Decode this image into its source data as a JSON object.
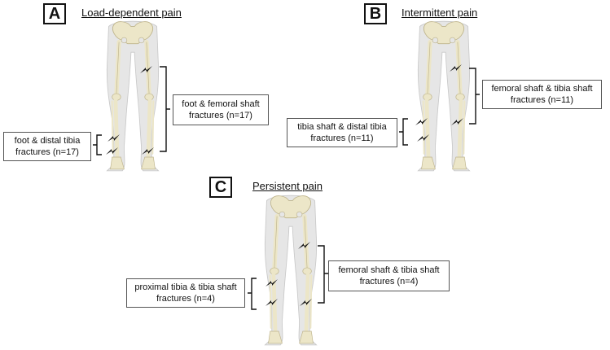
{
  "panels": [
    {
      "letter": "A",
      "title": "Load-dependent pain",
      "labels": [
        {
          "line1": "foot & femoral shaft",
          "line2": "fractures (n=17)"
        },
        {
          "line1": "foot & distal tibia",
          "line2": "fractures (n=17)"
        }
      ]
    },
    {
      "letter": "B",
      "title": "Intermittent pain",
      "labels": [
        {
          "line1": "femoral shaft & tibia shaft",
          "line2": "fractures (n=11)"
        },
        {
          "line1": "tibia shaft & distal tibia",
          "line2": "fractures (n=11)"
        }
      ]
    },
    {
      "letter": "C",
      "title": "Persistent pain",
      "labels": [
        {
          "line1": "femoral shaft & tibia shaft",
          "line2": "fractures (n=4)"
        },
        {
          "line1": "proximal tibia & tibia shaft",
          "line2": "fractures (n=4)"
        }
      ]
    }
  ],
  "colors": {
    "bone": "#ece6c8",
    "bone_stroke": "#bdb38a",
    "skin": "#e6e6e6",
    "skin_stroke": "#c8c8c8",
    "fracture": "#111111"
  },
  "icons": [
    "lightning-fracture-icon",
    "bracket"
  ]
}
